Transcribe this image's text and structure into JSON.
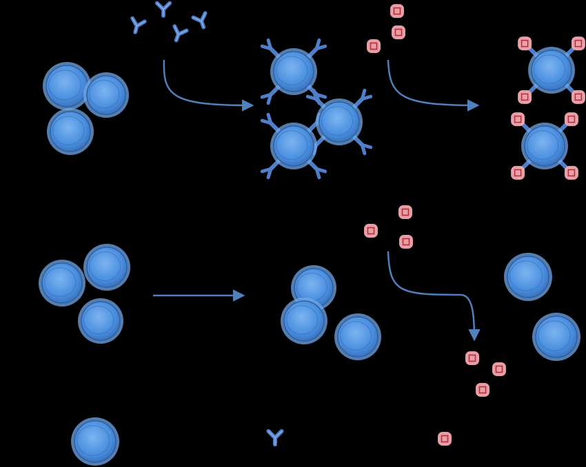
{
  "colors": {
    "background": "#000000",
    "cell_fill": "#4a8fe0",
    "cell_rim": "#6fa8ea",
    "arrow": "#4f81bd",
    "antibody": "#4f7fc8",
    "antigen_glow": "#f4a7ad",
    "antigen_box": "#b0303a"
  },
  "icons": {
    "cell": "red-blood-cell-icon",
    "antibody": "y-shaped-antibody-icon",
    "antigen": "antigen-particle-icon"
  },
  "rows": [
    {
      "name": "top-row",
      "steps": [
        "cells",
        "antibodies-added",
        "coated-cells",
        "antigens-added",
        "antigen-bound-cells"
      ]
    },
    {
      "name": "middle-row",
      "steps": [
        "cells",
        "no-antibodies",
        "uncoated-cells",
        "antigens-added",
        "unbound-antigens"
      ]
    },
    {
      "name": "legend",
      "items": [
        "cell",
        "antibody",
        "antigen"
      ]
    }
  ]
}
